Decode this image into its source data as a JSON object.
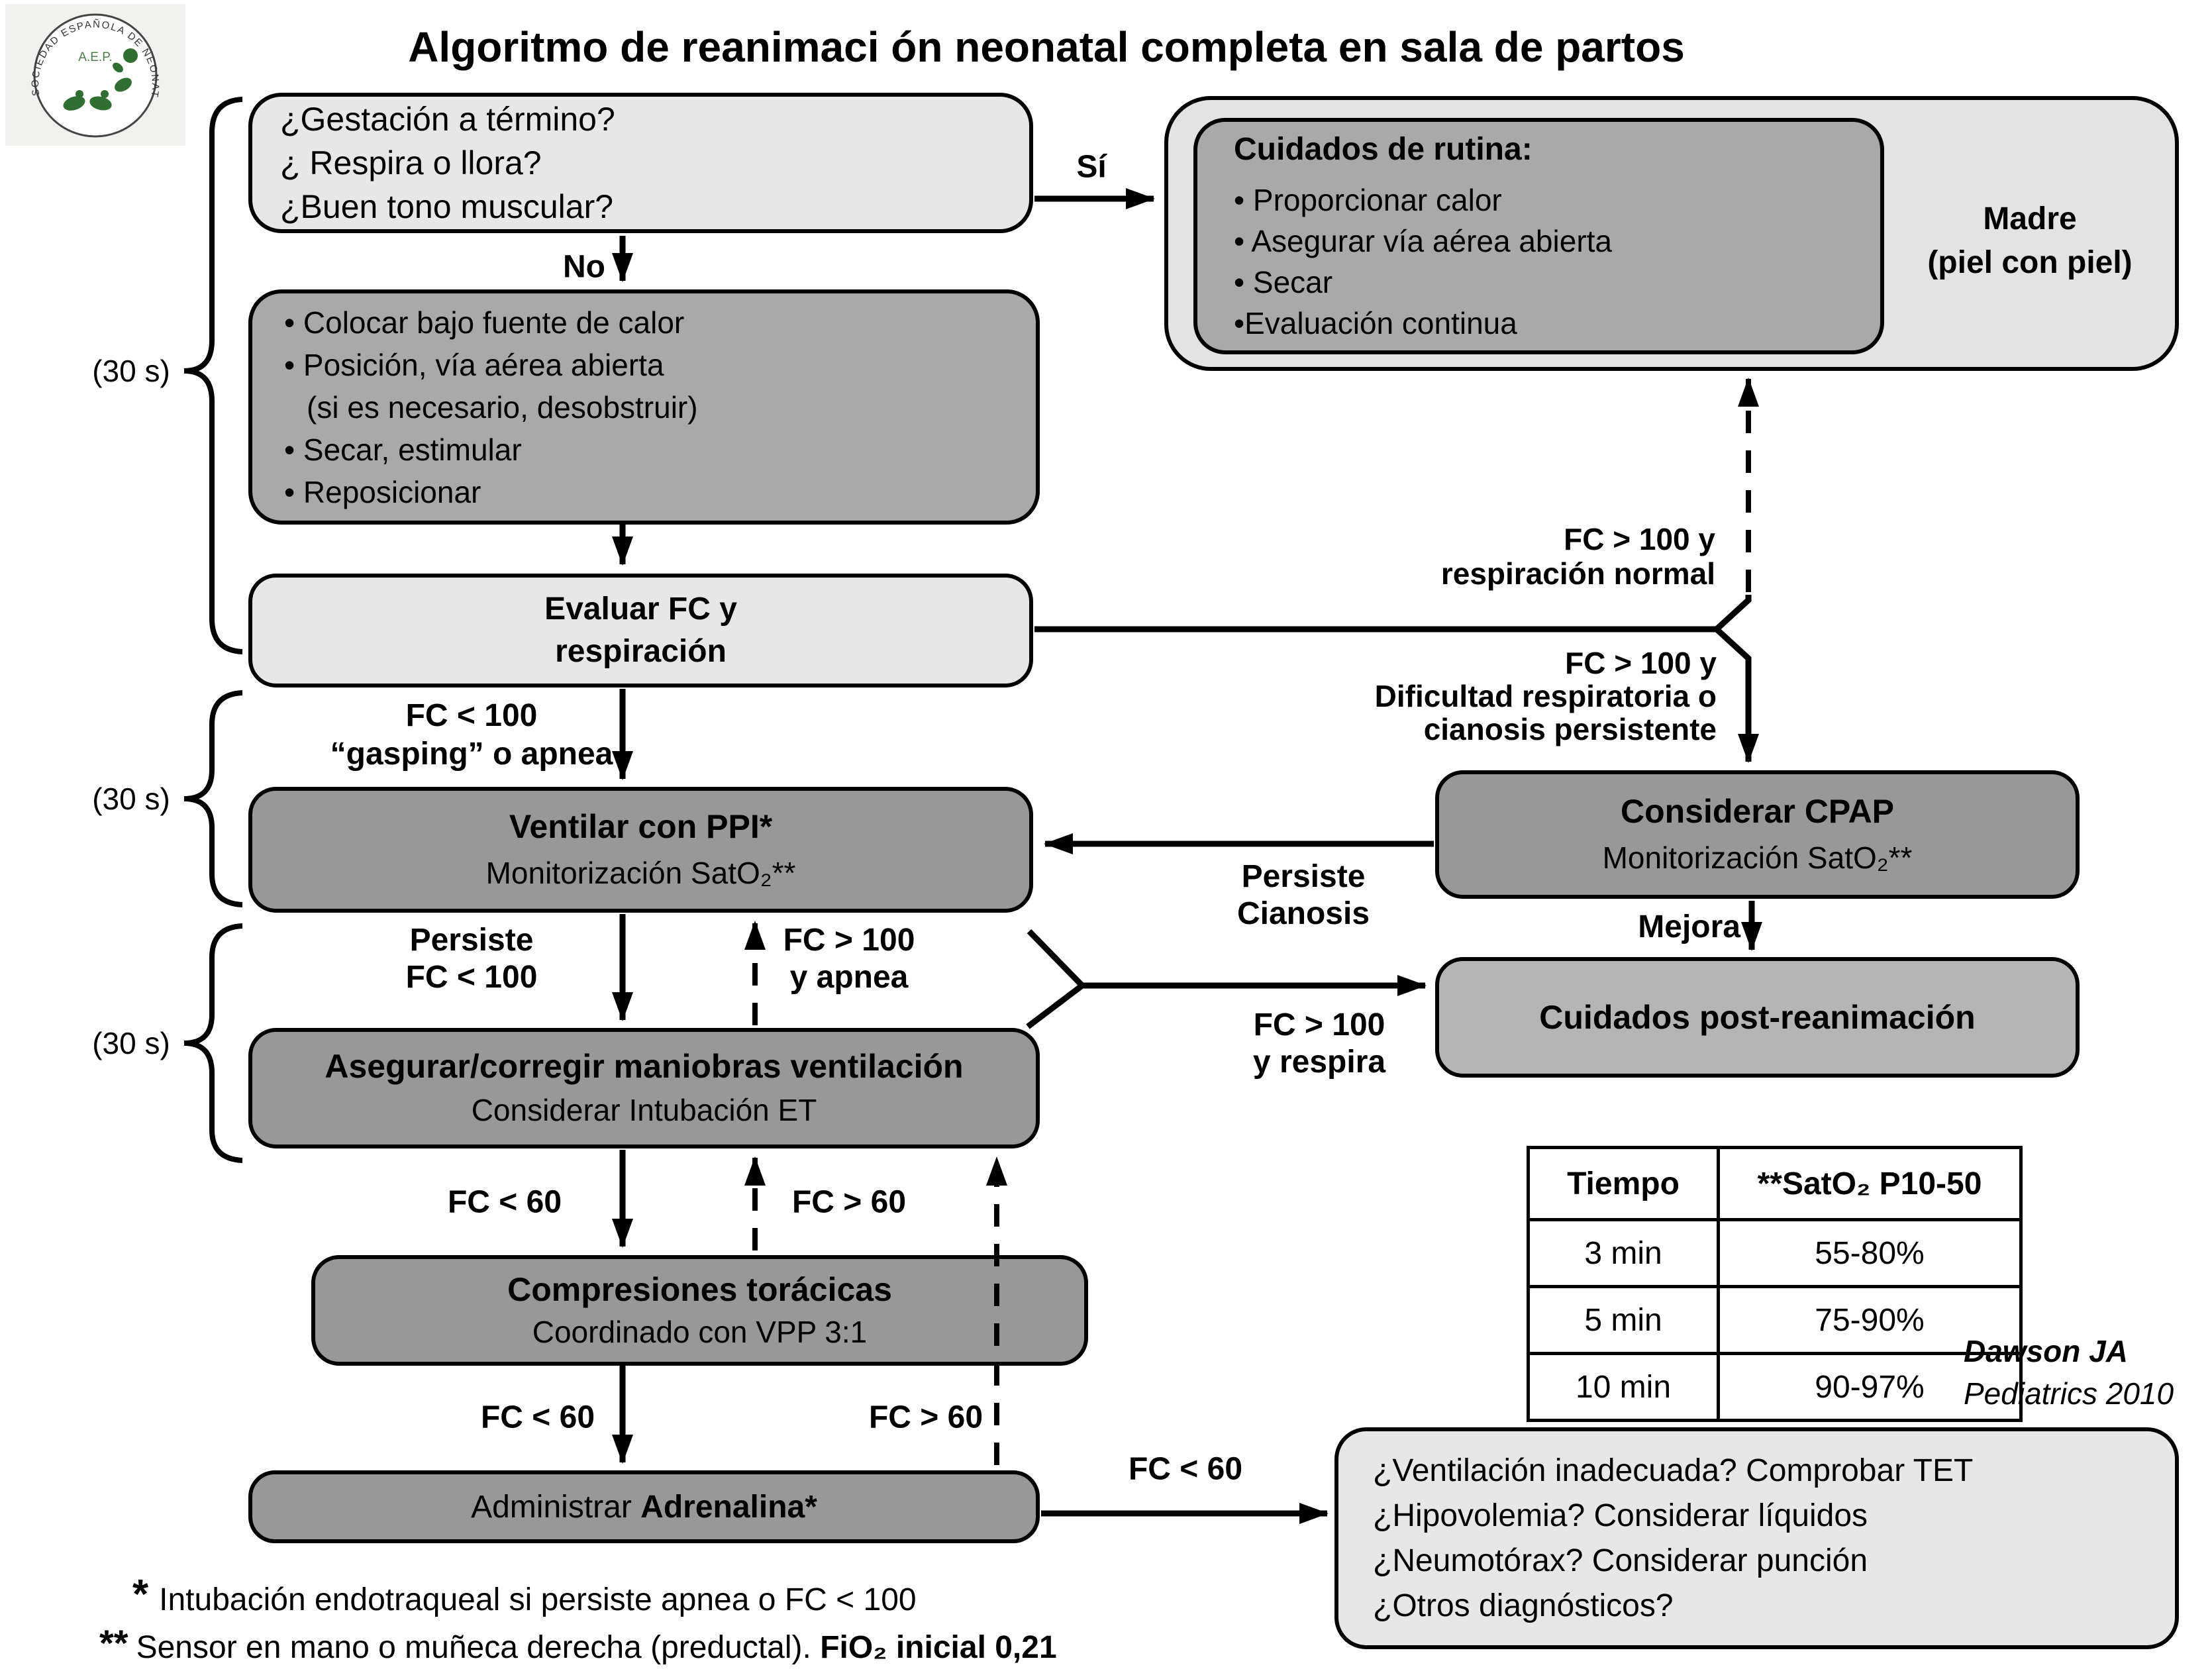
{
  "title": "Algoritmo de reanimaci ón neonatal completa en sala de partos",
  "logo": {
    "arc_text": "SOCIEDAD ESPAÑOLA DE NEONATOLOGIA",
    "abbr": "A.E.P."
  },
  "colors": {
    "box_light": "#e7e7e7",
    "box_medium": "#989898",
    "box_routine": "#a9a9a9",
    "box_outer": "#e3e3e3",
    "box_post": "#b5b5b5",
    "line": "#000000",
    "logo_green": "#2f6e31"
  },
  "boxes": {
    "initial_questions": {
      "lines": [
        "¿Gestación a término?",
        "¿ Respira o llora?",
        "¿Buen tono muscular?"
      ]
    },
    "routine_care": {
      "heading": "Cuidados de rutina:",
      "items": [
        "• Proporcionar calor",
        "• Asegurar vía aérea abierta",
        "• Secar",
        "•Evaluación continua"
      ]
    },
    "madre": {
      "lines": [
        "Madre",
        "(piel con piel)"
      ]
    },
    "stabilize": {
      "items": [
        "• Colocar bajo fuente de calor",
        "• Posición, vía aérea abierta",
        "(si es necesario, desobstruir)",
        "• Secar, estimular",
        "• Reposicionar"
      ]
    },
    "evaluate": {
      "lines": [
        "Evaluar FC y",
        "respiración"
      ]
    },
    "ppi": {
      "lines": [
        "Ventilar con PPI*",
        "Monitorización SatO₂**"
      ]
    },
    "cpap": {
      "lines": [
        "Considerar CPAP",
        "Monitorización SatO₂**"
      ]
    },
    "post_care": {
      "label": "Cuidados post-reanimación"
    },
    "correct_ventilation": {
      "lines": [
        "Asegurar/corregir maniobras ventilación",
        "Considerar Intubación ET"
      ]
    },
    "compressions": {
      "lines": [
        "Compresiones torácicas",
        "Coordinado con VPP 3:1"
      ]
    },
    "adrenaline": {
      "prefix": "Administrar ",
      "emphasis": "Adrenalina*"
    },
    "troubleshoot": {
      "lines": [
        "¿Ventilación inadecuada? Comprobar TET",
        "¿Hipovolemia? Considerar líquidos",
        "¿Neumotórax? Considerar punción",
        "¿Otros diagnósticos?"
      ]
    }
  },
  "edge_labels": {
    "si": "Sí",
    "no": "No",
    "fc_lt100_gasping": [
      "FC < 100",
      "“gasping” o apnea"
    ],
    "fc_gt100_normal": [
      "FC > 100 y",
      "respiración normal"
    ],
    "fc_gt100_dificultad": [
      "FC > 100 y",
      "Dificultad respiratoria o",
      "cianosis persistente"
    ],
    "persiste_cianosis": [
      "Persiste",
      "Cianosis"
    ],
    "mejora": "Mejora",
    "persiste_fc_lt100": [
      "Persiste",
      "FC < 100"
    ],
    "fc_gt100_apnea": [
      "FC > 100",
      "y apnea"
    ],
    "fc_gt100_respira": [
      "FC > 100",
      "y respira"
    ],
    "fc_lt60_a": "FC < 60",
    "fc_gt60_a": "FC > 60",
    "fc_lt60_b": "FC < 60",
    "fc_gt60_b": "FC > 60",
    "fc_lt60_c": "FC < 60",
    "interval_30s": "(30 s)"
  },
  "table": {
    "headers": [
      "Tiempo",
      "**SatO₂ P10-50"
    ],
    "rows": [
      [
        "3 min",
        "55-80%"
      ],
      [
        "5 min",
        "75-90%"
      ],
      [
        "10 min",
        "90-97%"
      ]
    ]
  },
  "credit": {
    "author": "Dawson JA",
    "source": "Pediatrics 2010"
  },
  "footnotes": {
    "first": {
      "marker": "*",
      "text": "Intubación endotraqueal si persiste apnea o FC < 100"
    },
    "second": {
      "marker": "**",
      "text": "Sensor en mano o muñeca derecha (preductal). ",
      "emphasis": "FiO₂ inicial 0,21"
    }
  }
}
